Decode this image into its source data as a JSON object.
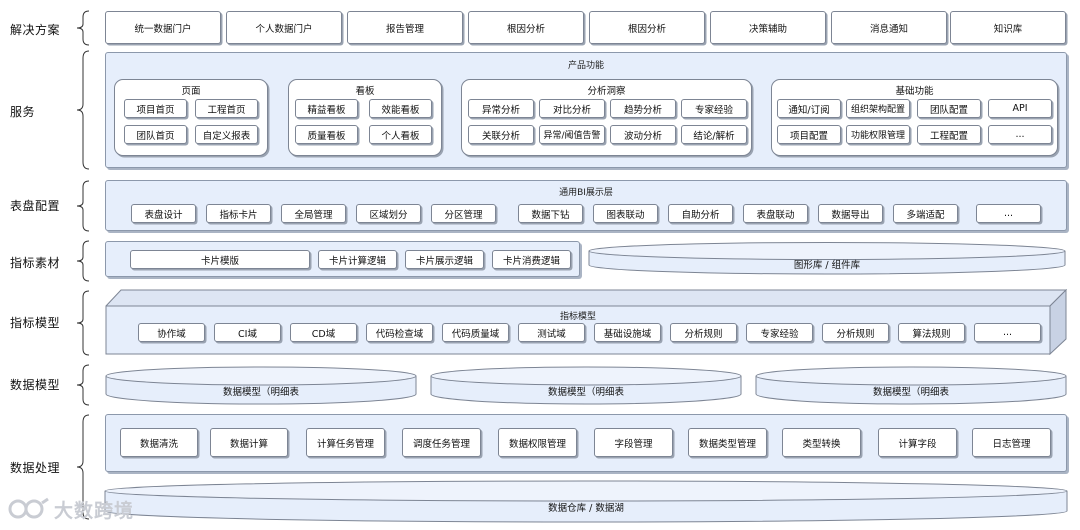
{
  "layers": {
    "solution": "解决方案",
    "service": "服务",
    "dashboard_config": "表盘配置",
    "metric_material": "指标素材",
    "metric_model": "指标模型",
    "data_model": "数据模型",
    "data_processing": "数据处理"
  },
  "solution": {
    "items": [
      "统一数据门户",
      "个人数据门户",
      "报告管理",
      "根因分析",
      "根因分析",
      "决策辅助",
      "消息通知",
      "知识库"
    ]
  },
  "service": {
    "title": "产品功能",
    "page": {
      "title": "页面",
      "items": [
        "项目首页",
        "工程首页",
        "团队首页",
        "自定义报表"
      ]
    },
    "board": {
      "title": "看板",
      "items": [
        "精益看板",
        "效能看板",
        "质量看板",
        "个人看板"
      ]
    },
    "insight": {
      "title": "分析洞察",
      "items": [
        "异常分析",
        "对比分析",
        "趋势分析",
        "专家经验",
        "关联分析",
        "异常/阈值告警",
        "波动分析",
        "结论/解析"
      ]
    },
    "basic": {
      "title": "基础功能",
      "items": [
        "通知/订阅",
        "组织架构配置",
        "团队配置",
        "API",
        "项目配置",
        "功能权限管理",
        "工程配置",
        "..."
      ]
    }
  },
  "dashboard": {
    "title": "通用BI展示层",
    "items": [
      "表盘设计",
      "指标卡片",
      "全局管理",
      "区域划分",
      "分区管理",
      "数据下钻",
      "图表联动",
      "自助分析",
      "表盘联动",
      "数据导出",
      "多端适配",
      "..."
    ]
  },
  "material": {
    "items": [
      "卡片模版",
      "卡片计算逻辑",
      "卡片展示逻辑",
      "卡片消费逻辑"
    ],
    "library": "图形库 / 组件库"
  },
  "metric_model": {
    "title": "指标模型",
    "items": [
      "协作域",
      "CI域",
      "CD域",
      "代码检查域",
      "代码质量域",
      "测试域",
      "基础设施域",
      "分析规则",
      "专家经验",
      "分析规则",
      "算法规则",
      "..."
    ]
  },
  "data_model": {
    "items": [
      "数据模型（明细表",
      "数据模型（明细表",
      "数据模型（明细表"
    ]
  },
  "processing": {
    "items": [
      "数据清洗",
      "数据计算",
      "计算任务管理",
      "调度任务管理",
      "数据权限管理",
      "字段管理",
      "数据类型管理",
      "类型转换",
      "计算字段",
      "日志管理"
    ],
    "warehouse": "数据仓库 / 数据湖"
  },
  "watermark": "大数跨境",
  "colors": {
    "panel": "#e6eefb",
    "border": "#7d8594",
    "box": "#ffffff"
  }
}
